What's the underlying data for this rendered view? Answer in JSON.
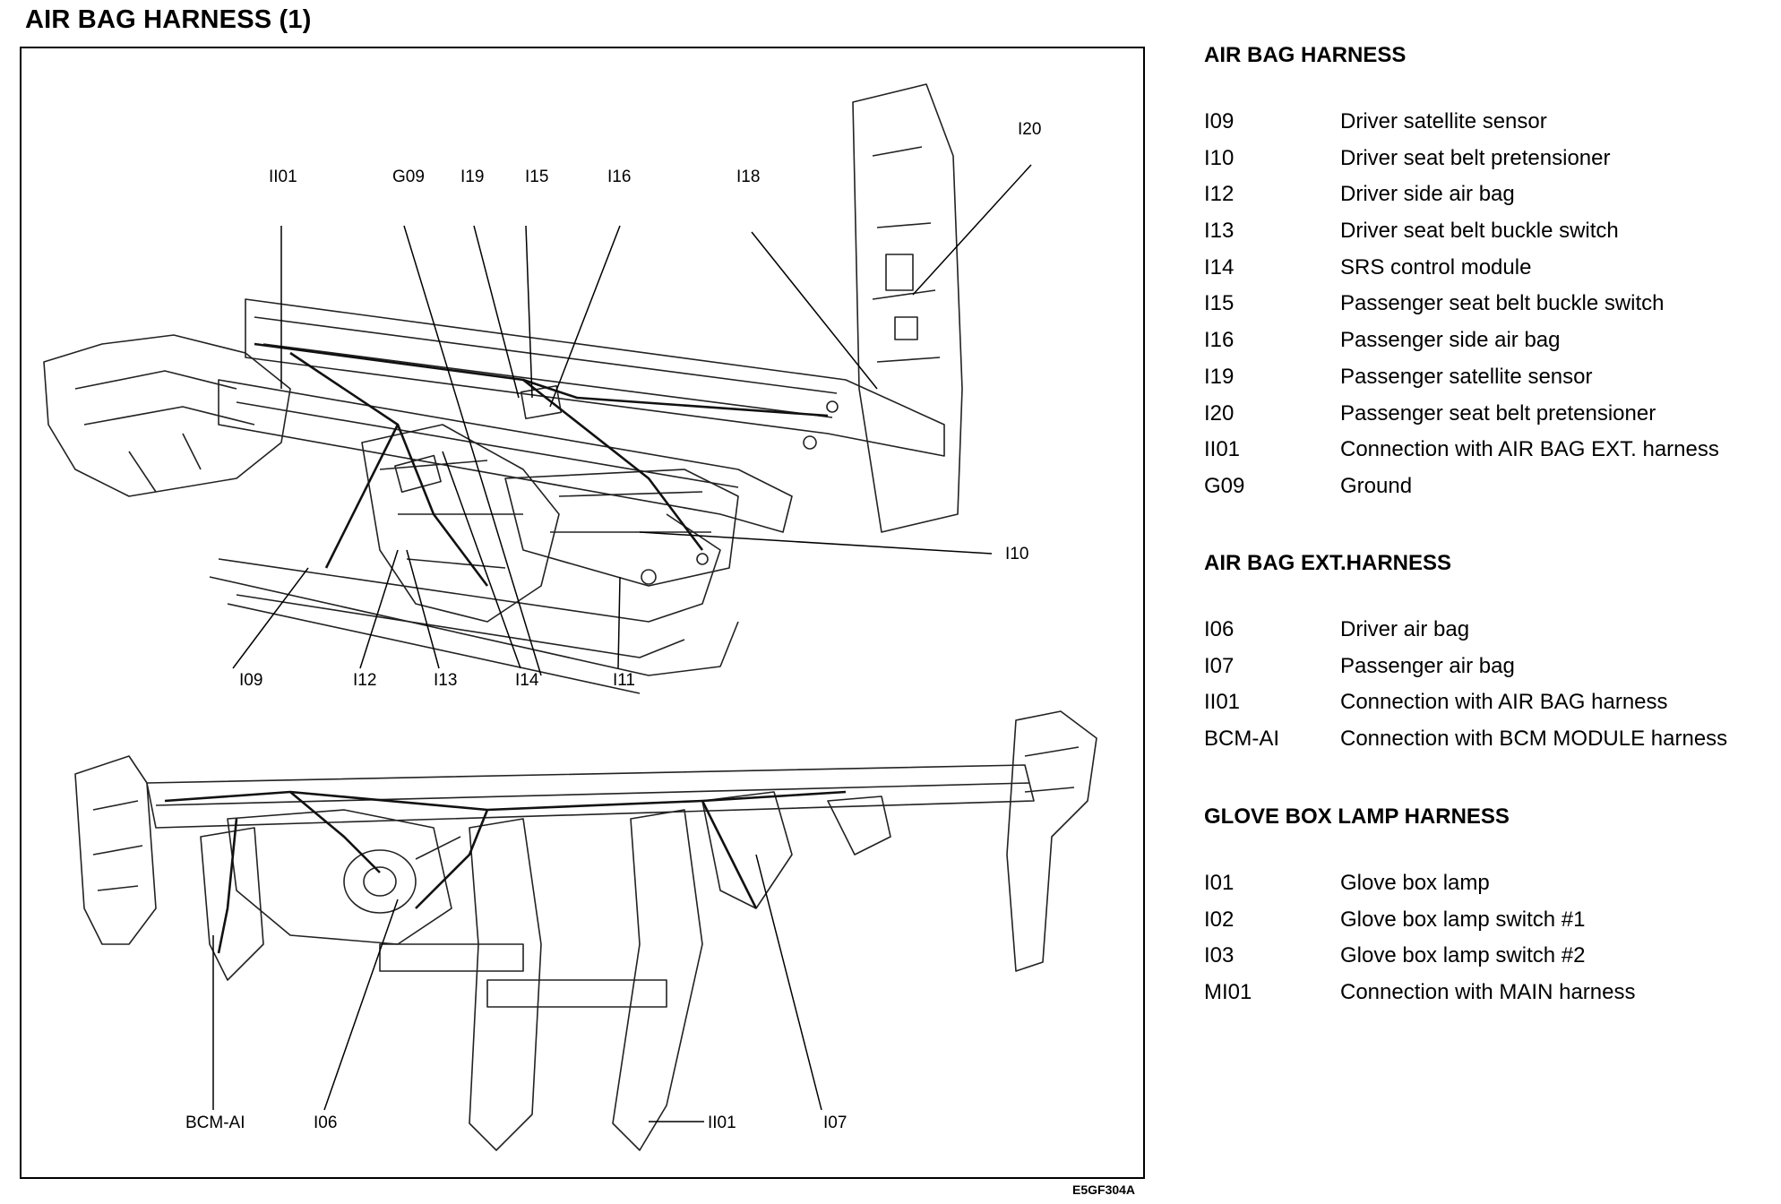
{
  "title": "AIR BAG HARNESS (1)",
  "figure_code": "E5GF304A",
  "callouts": {
    "i20": "I20",
    "ii01_top": "II01",
    "g09": "G09",
    "i19": "I19",
    "i15": "I15",
    "i16": "I16",
    "i18": "I18",
    "i10": "I10",
    "i09": "I09",
    "i12": "I12",
    "i13": "I13",
    "i14": "I14",
    "i11": "I11",
    "bcm_ai": "BCM-AI",
    "i06": "I06",
    "ii01_bottom": "II01",
    "i07": "I07"
  },
  "legend": [
    {
      "heading": "AIR  BAG HARNESS",
      "rows": [
        {
          "code": "I09",
          "desc": "Driver satellite sensor"
        },
        {
          "code": "I10",
          "desc": "Driver seat belt pretensioner"
        },
        {
          "code": "I12",
          "desc": "Driver side air bag"
        },
        {
          "code": "I13",
          "desc": "Driver seat belt buckle switch"
        },
        {
          "code": "I14",
          "desc": "SRS control module"
        },
        {
          "code": "I15",
          "desc": "Passenger seat belt buckle switch"
        },
        {
          "code": "I16",
          "desc": "Passenger side air bag"
        },
        {
          "code": "I19",
          "desc": "Passenger satellite sensor"
        },
        {
          "code": "I20",
          "desc": "Passenger seat belt pretensioner"
        },
        {
          "code": "II01",
          "desc": "Connection with AIR BAG EXT. harness"
        },
        {
          "code": "G09",
          "desc": "Ground"
        }
      ]
    },
    {
      "heading": "AIR BAG EXT.HARNESS",
      "rows": [
        {
          "code": "I06",
          "desc": "Driver air bag"
        },
        {
          "code": "I07",
          "desc": "Passenger air bag"
        },
        {
          "code": "II01",
          "desc": "Connection with AIR BAG harness"
        },
        {
          "code": "BCM-AI",
          "desc": "Connection with BCM MODULE harness"
        }
      ]
    },
    {
      "heading": "GLOVE BOX LAMP HARNESS",
      "rows": [
        {
          "code": "I01",
          "desc": "Glove box lamp"
        },
        {
          "code": "I02",
          "desc": "Glove box lamp switch #1"
        },
        {
          "code": "I03",
          "desc": "Glove box lamp switch #2"
        },
        {
          "code": "MI01",
          "desc": "Connection with MAIN harness"
        }
      ]
    }
  ]
}
